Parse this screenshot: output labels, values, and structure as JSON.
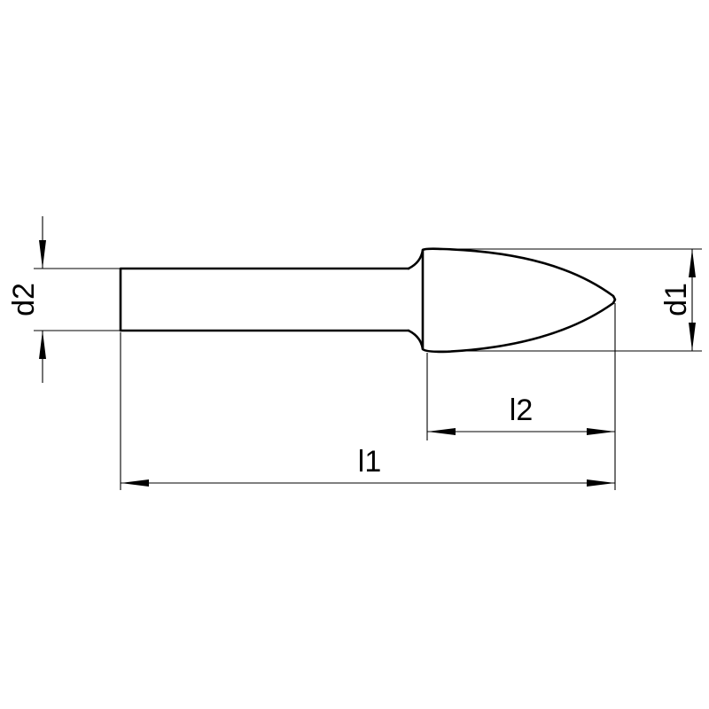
{
  "labels": {
    "d1": "d1",
    "d2": "d2",
    "l1": "l1",
    "l2": "l2"
  },
  "colors": {
    "line": "#000000",
    "background": "#ffffff"
  }
}
